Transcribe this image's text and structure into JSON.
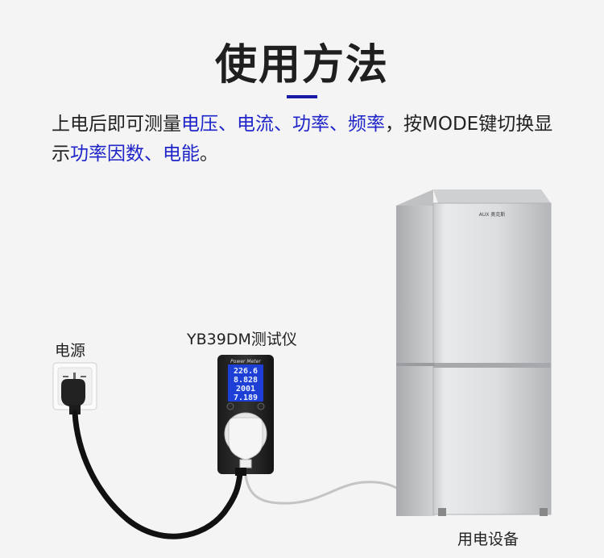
{
  "title": "使用方法",
  "description": {
    "plain1": "上电后即可测量",
    "hl1": "电压、电流、功率、频率",
    "plain2": "，按MODE键切换显示",
    "hl2": "功率因数、电能",
    "plain3": "。"
  },
  "labels": {
    "power_source": "电源",
    "device_name": "YB39DM测试仪",
    "appliance": "用电设备"
  },
  "meter": {
    "brand": "Power Meter",
    "readings": [
      "226.6",
      "8.828",
      "2001",
      "7.189"
    ]
  },
  "fridge": {
    "brand": "AUX 奥克斯"
  },
  "colors": {
    "accent": "#1f25c8",
    "underline": "#1a1aa8",
    "lcd": "#1e3fd6"
  }
}
